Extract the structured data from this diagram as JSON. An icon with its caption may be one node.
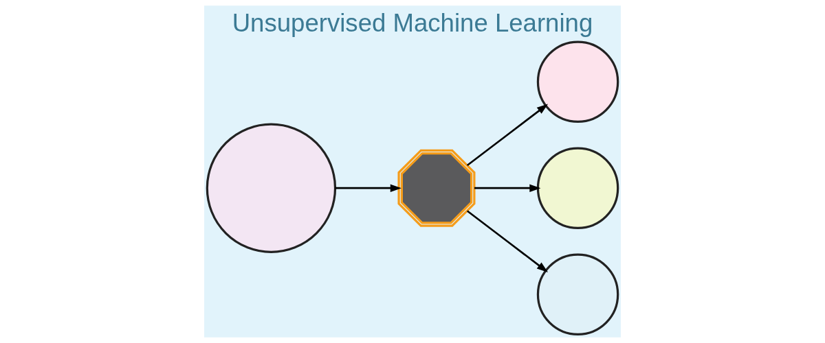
{
  "diagram": {
    "title": "Unsupervised Machine Learning",
    "nodes": [
      {
        "text": [],
        "shape": "circle"
      },
      {
        "text": [],
        "shape": "picture"
      },
      {
        "text": [],
        "shape": "circle"
      },
      {
        "text": [],
        "shape": "circle"
      },
      {
        "text": [],
        "shape": "circle"
      }
    ],
    "edges": [
      {
        "from": 0,
        "to": 1,
        "arrow": "to"
      },
      {
        "from": 1,
        "to": 2,
        "arrow": "to"
      },
      {
        "from": 1,
        "to": 3,
        "arrow": "to"
      },
      {
        "from": 1,
        "to": 4,
        "arrow": "to"
      }
    ]
  }
}
